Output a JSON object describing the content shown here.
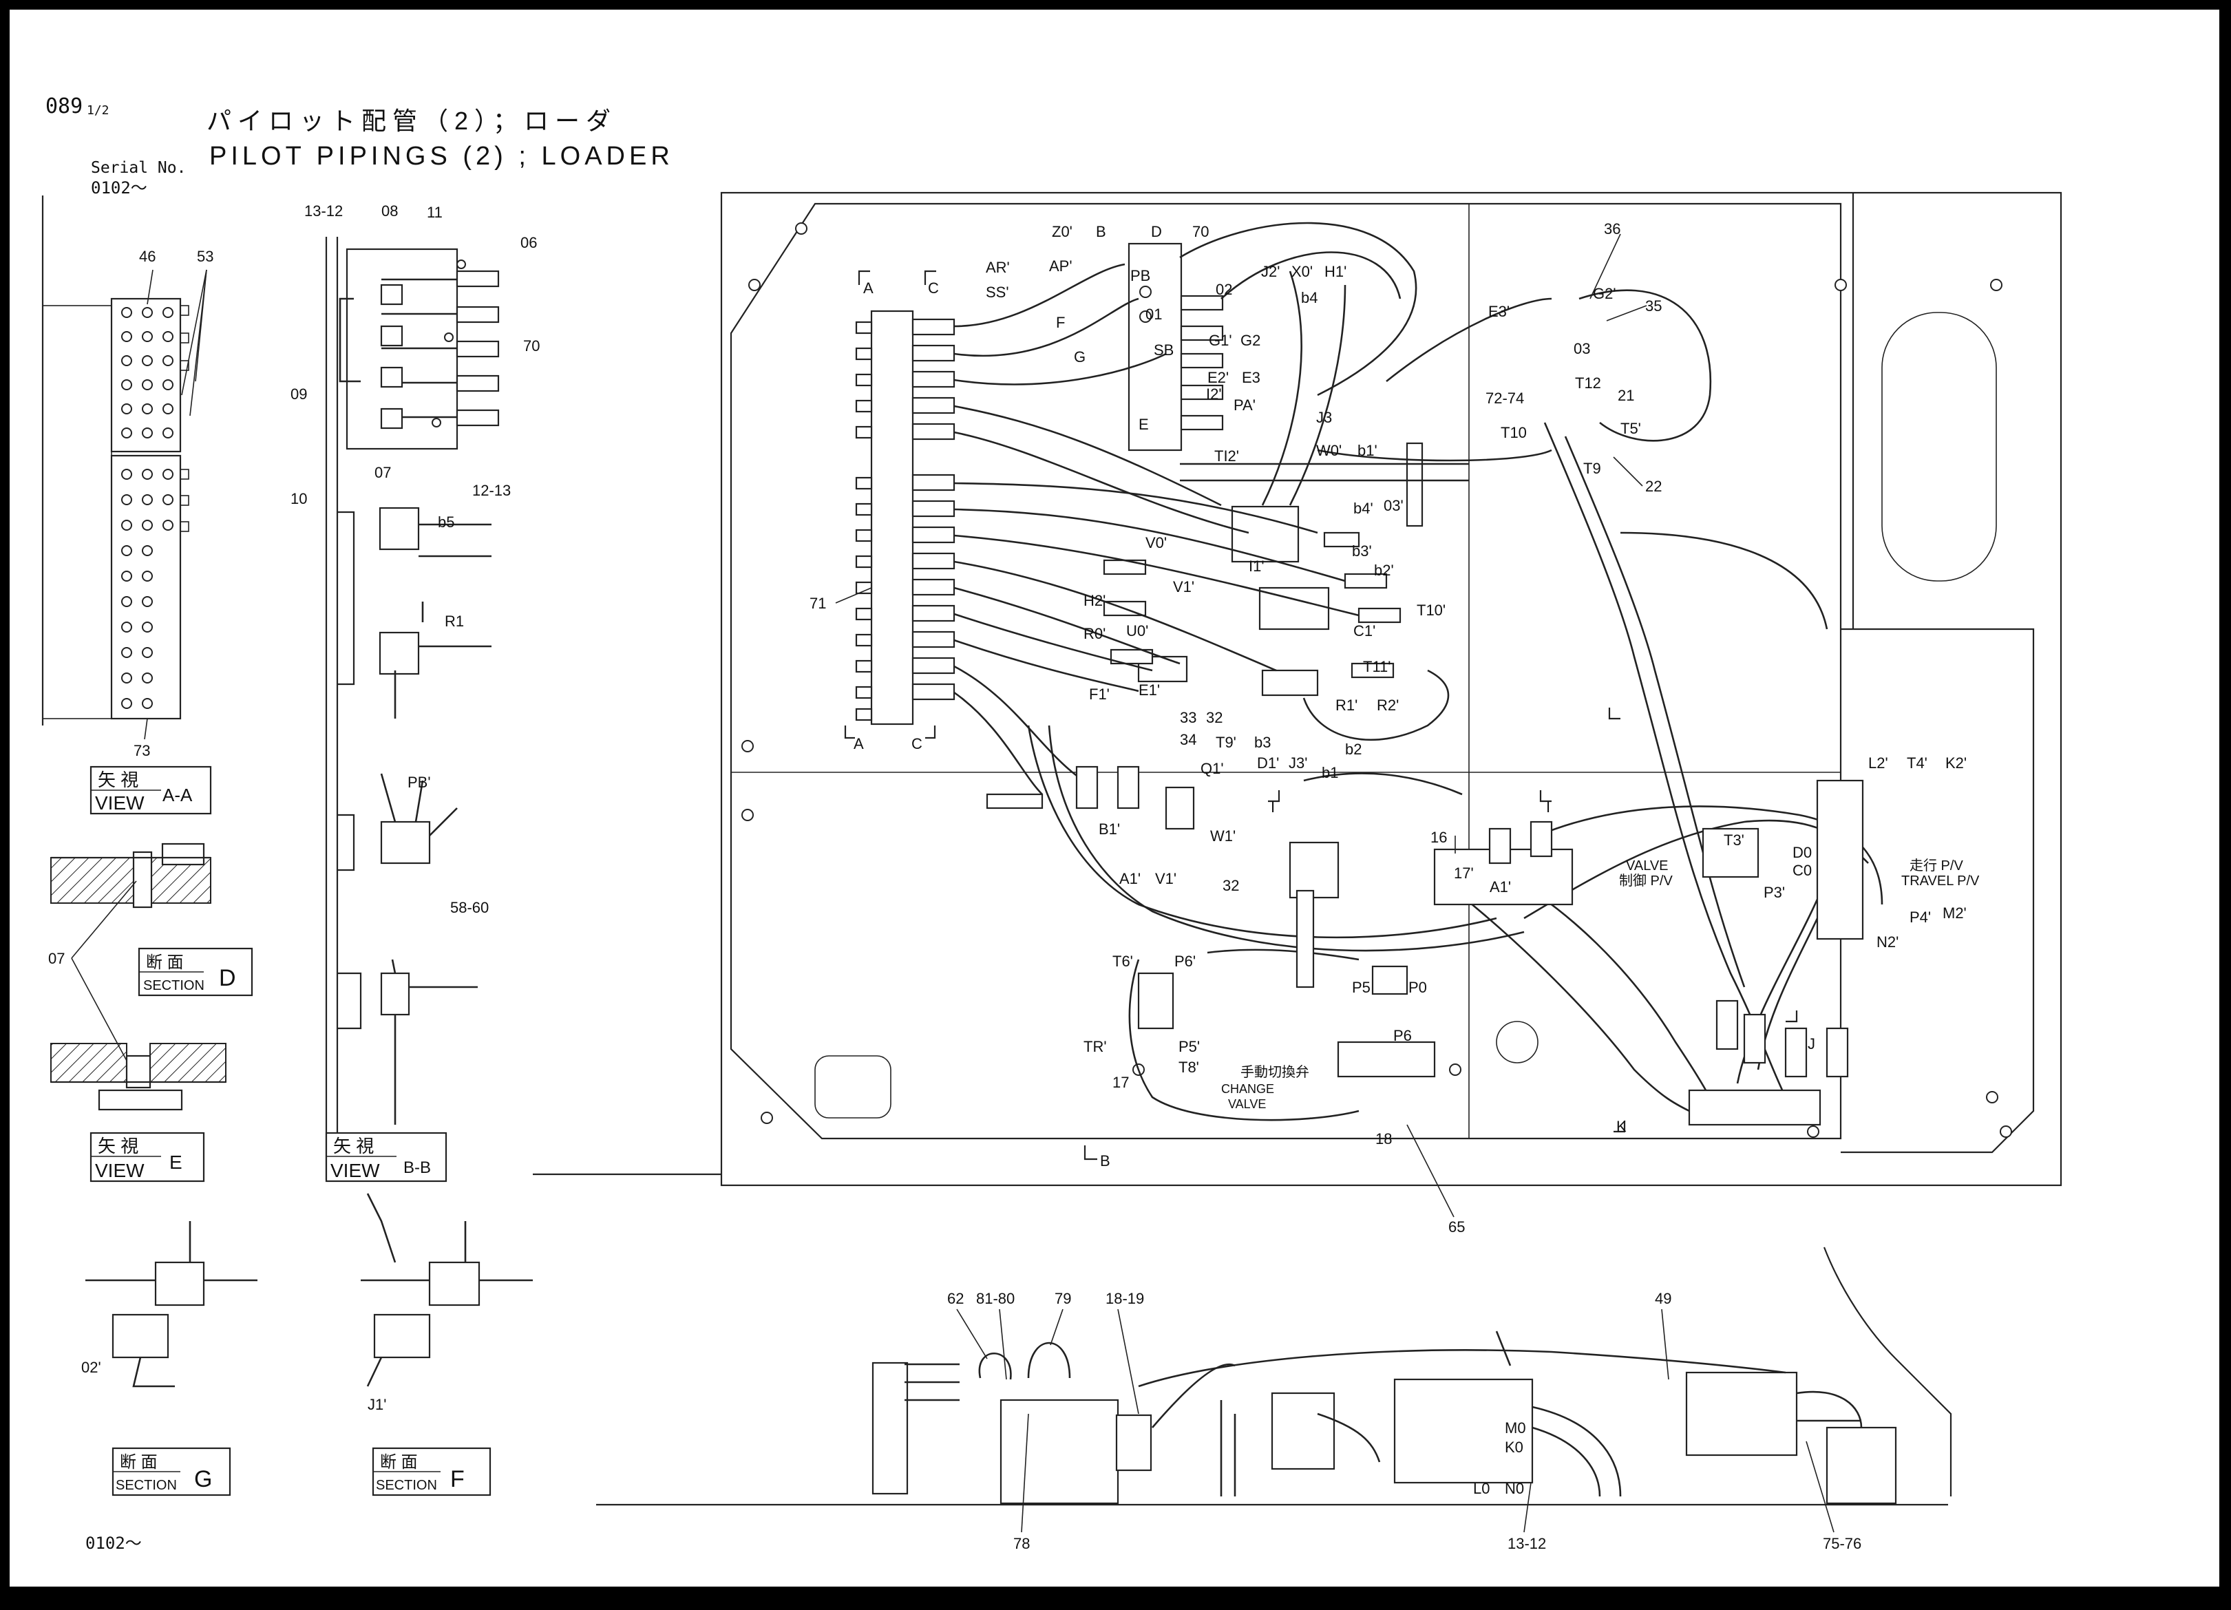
{
  "header": {
    "page_code": "089",
    "page_fraction": "1/2",
    "title_jp": "パイロット配管（2）；ローダ",
    "serial_label": "Serial No.",
    "title_en": "PILOT PIPINGS (2) ; LOADER",
    "serial_range": "0102～"
  },
  "footer": {
    "serial_range": "0102～"
  },
  "views": {
    "view_aa": {
      "jp": "矢 視",
      "label": "VIEW",
      "suffix": "A-A"
    },
    "section_d": {
      "jp": "断 面",
      "label": "SECTION",
      "suffix": "D"
    },
    "view_e": {
      "jp": "矢 視",
      "label": "VIEW",
      "suffix": "E"
    },
    "view_bb": {
      "jp": "矢 視",
      "label": "VIEW",
      "suffix": "B-B"
    },
    "section_g": {
      "jp": "断 面",
      "label": "SECTION",
      "suffix": "G"
    },
    "section_f": {
      "jp": "断 面",
      "label": "SECTION",
      "suffix": "F"
    }
  },
  "main_notes": {
    "valve_jp": "VALVE",
    "valve_pv": "制御 P/V",
    "travel_jp": "走行 P/V",
    "travel_en": "TRAVEL P/V",
    "change_valve_jp": "手動切換弁",
    "change_valve_1": "CHANGE",
    "change_valve_2": "VALVE"
  },
  "callouts": {
    "left": [
      "46",
      "53",
      "73",
      "07"
    ],
    "side": [
      "13-12",
      "08",
      "11",
      "06",
      "70",
      "09",
      "07",
      "10",
      "12-13",
      "b5",
      "R1",
      "PB'",
      "58-60"
    ],
    "sections": [
      "02'",
      "J1'"
    ],
    "main_top": [
      "Z0'",
      "B",
      "D",
      "70",
      "AR'",
      "AP'",
      "SS'",
      "A",
      "C",
      "01",
      "02",
      "G1'",
      "G2",
      "E2'",
      "E3",
      "I2'",
      "PA'",
      "F",
      "G",
      "E",
      "SB",
      "PB",
      "TI2'",
      "J2'",
      "X0'",
      "H1'",
      "b4",
      "J3",
      "W0'",
      "b1'",
      "36",
      "E3'",
      "G2'",
      "35",
      "03",
      "72-74",
      "T12",
      "21",
      "T10",
      "T5'",
      "T9",
      "22"
    ],
    "main_mid": [
      "71",
      "b4'",
      "03'",
      "b3'",
      "b2'",
      "T10'",
      "V0'",
      "V1'",
      "I1'",
      "H2'",
      "R0'",
      "U0'",
      "C1'",
      "T11'",
      "F1'",
      "E1'",
      "R1'",
      "R2'",
      "33",
      "32",
      "34",
      "T9'",
      "b3",
      "D1'",
      "J3'",
      "b1",
      "b2",
      "A",
      "C"
    ],
    "main_low": [
      "Q1'",
      "B1'",
      "W1'",
      "A1'",
      "V1'",
      "32",
      "I",
      "I",
      "16",
      "17'",
      "A1'",
      "T3'",
      "D0",
      "C0",
      "P3'",
      "L2'",
      "T4'",
      "K2'",
      "P4'",
      "M2'",
      "N2'",
      "T6'",
      "P6'",
      "P5",
      "P0",
      "TR'",
      "P5'",
      "T8'",
      "P6",
      "17",
      "18",
      "B",
      "J",
      "K",
      "65"
    ],
    "bottom": [
      "62",
      "81-80",
      "79",
      "18-19",
      "49",
      "M0",
      "K0",
      "L0",
      "N0",
      "78",
      "13-12",
      "75-76"
    ]
  }
}
